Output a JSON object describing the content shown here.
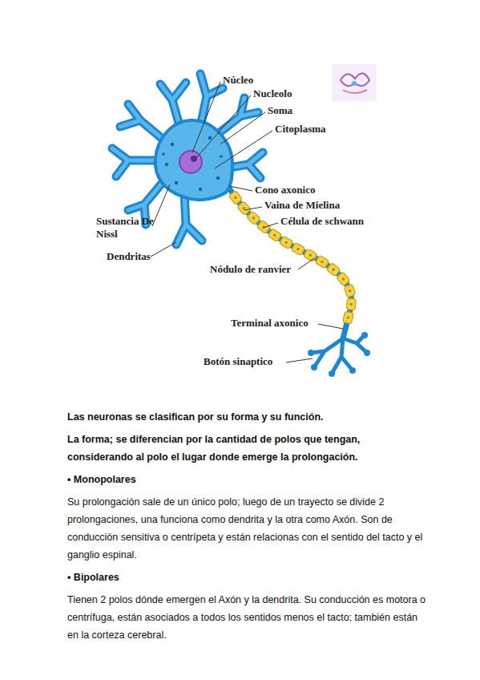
{
  "diagram": {
    "labels": [
      "Núcleo",
      "Nucleolo",
      "Soma",
      "Citoplasma",
      "Cono axonico",
      "Vaina de Mielina",
      "Célula de schwann",
      "Sustancia De Nissl",
      "Dendritas",
      "Nódulo de ranvier",
      "Terminal axonico",
      "Botón sinaptico",
      "Las neuronas se clasifican por su forma y su función.",
      "La forma; se diferencian por la cantidad de polos que tengan, considerando al polo el lugar donde emerge la prolongación.",
      "• Monopolares",
      "Su prolongación sale de un único polo; luego de un trayecto se divide 2 prolongaciones, una funciona como dendrita y la otra como Axón. Son de conducción sensitiva o centrípeta y están relacionas con el sentido del tacto y el ganglio espinal.",
      "• Bipolares",
      "Tienen 2 polos dónde emergen el Axón y la dendrita. Su conducción es motora o centrífuga, están asociados a todos los sentidos menos el tacto; también están en la corteza cerebral."
    ]
  }
}
